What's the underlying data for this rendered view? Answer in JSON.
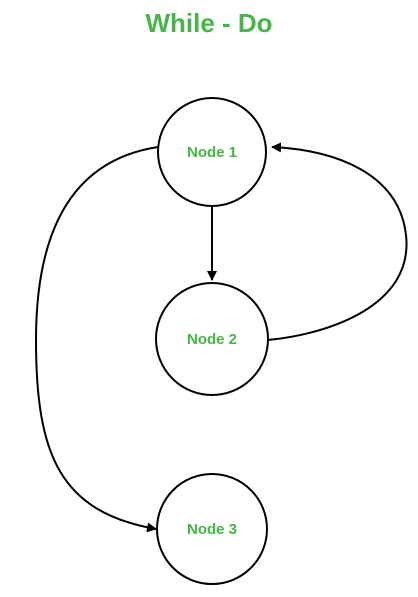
{
  "title": "While - Do",
  "colors": {
    "label_green": "#45b645",
    "stroke": "#000000",
    "background": "#ffffff"
  },
  "nodes": [
    {
      "id": "node-1",
      "label": "Node 1"
    },
    {
      "id": "node-2",
      "label": "Node 2"
    },
    {
      "id": "node-3",
      "label": "Node 3"
    }
  ],
  "edges": [
    {
      "from": "Node 1",
      "to": "Node 2"
    },
    {
      "from": "Node 2",
      "to": "Node 1"
    },
    {
      "from": "Node 1",
      "to": "Node 3"
    }
  ]
}
